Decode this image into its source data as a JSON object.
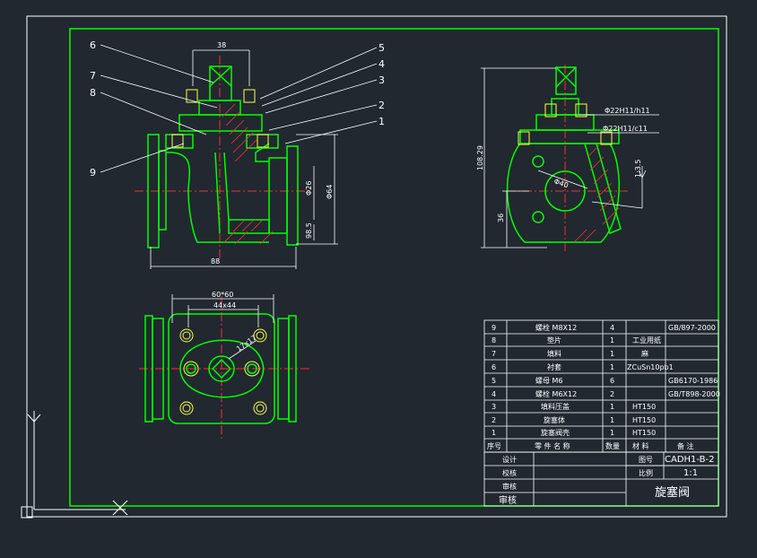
{
  "colors": {
    "background": "#212830",
    "frame": "#ffffff",
    "part": "#00ff00",
    "center": "#ff2a2a",
    "hatch": "#ff3030",
    "dimension": "#ffffff",
    "bolt": "#ffff40",
    "table_line": "#ffffff"
  },
  "front_view": {
    "balloons": [
      "6",
      "7",
      "8",
      "9",
      "5",
      "4",
      "3",
      "2",
      "1"
    ],
    "dims": {
      "top": "38",
      "bore": "Φ26",
      "height": "Φ64",
      "flange": "98.5",
      "length": "88"
    }
  },
  "side_view": {
    "fits": [
      "Φ22H11/h11",
      "Φ22H11/c11"
    ],
    "dims": {
      "height": "108.29",
      "lower": "36",
      "bore": "Φ40",
      "taper": "1:3.5"
    }
  },
  "top_view": {
    "dims": {
      "outer": "60*60",
      "inner": "44x44",
      "square": "17x17"
    }
  },
  "bom": {
    "rows": [
      {
        "no": "9",
        "name": "螺栓 M8X12",
        "qty": "4",
        "material": "",
        "remark": "GB/897-2000"
      },
      {
        "no": "8",
        "name": "垫片",
        "qty": "1",
        "material": "工业用纸",
        "remark": ""
      },
      {
        "no": "7",
        "name": "填料",
        "qty": "1",
        "material": "麻",
        "remark": ""
      },
      {
        "no": "6",
        "name": "衬套",
        "qty": "1",
        "material": "ZCuSn10pb1",
        "remark": ""
      },
      {
        "no": "5",
        "name": "螺母 M6",
        "qty": "6",
        "material": "",
        "remark": "GB6170-1986"
      },
      {
        "no": "4",
        "name": "螺栓 M6X12",
        "qty": "2",
        "material": "",
        "remark": "GB/T898-2000"
      },
      {
        "no": "3",
        "name": "填料压盖",
        "qty": "1",
        "material": "HT150",
        "remark": ""
      },
      {
        "no": "2",
        "name": "旋塞体",
        "qty": "1",
        "material": "HT150",
        "remark": ""
      },
      {
        "no": "1",
        "name": "旋塞阀壳",
        "qty": "1",
        "material": "HT150",
        "remark": ""
      }
    ],
    "header": {
      "no": "序号",
      "name": "零 件 名 称",
      "qty": "数量",
      "material": "材 料",
      "remark": "备 注"
    }
  },
  "title_block": {
    "designer_label": "设计",
    "checker_label": "校核",
    "audit_label": "审核",
    "review_label": "审核",
    "drawing_no_label": "图号",
    "drawing_no": "CADH1-B-2",
    "scale_label": "比例",
    "scale": "1:1",
    "title": "旋塞阀"
  }
}
